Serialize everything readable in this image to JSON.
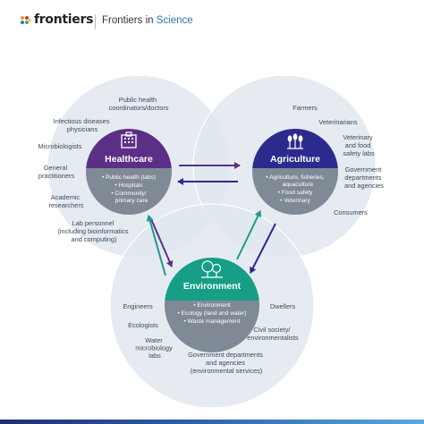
{
  "header": {
    "brand": "frontiers",
    "journal_prefix": "Frontiers in ",
    "journal_accent": "Science"
  },
  "colors": {
    "healthcare": "#5b2f86",
    "agriculture": "#2c2a8d",
    "environment": "#169f86",
    "hub_bottom": "#808a96",
    "circle_fill": "#dfe6ee",
    "arrow_purple": "#5b2f86",
    "arrow_teal": "#1f9a88",
    "arrow_navy": "#2c2a8d"
  },
  "hubs": {
    "healthcare": {
      "title": "Healthcare",
      "icon": "hospital-building-icon",
      "items": [
        "• Public health (labs)",
        "• Hospitals",
        "• Community/",
        "primary care"
      ]
    },
    "agriculture": {
      "title": "Agriculture",
      "icon": "wheat-crops-icon",
      "items": [
        "• Agriculture, fisheries,",
        "aquaculture",
        "• Food safety",
        "• Veterinary"
      ]
    },
    "environment": {
      "title": "Environment",
      "icon": "trees-icon",
      "items": [
        "• Environment",
        "• Ecology (land and water)",
        "• Waste management"
      ]
    }
  },
  "stakeholders": {
    "healthcare": [
      [
        "Public health",
        "coordinators/doctors"
      ],
      [
        "Infectious diseases",
        "physicians"
      ],
      [
        "Microbiologists"
      ],
      [
        "General",
        "practitioners"
      ],
      [
        "Academic",
        "researchers"
      ],
      [
        "Lab personnel",
        "(including bioinformatics",
        "and computing)"
      ]
    ],
    "agriculture": [
      [
        "Farmers"
      ],
      [
        "Veterinarians"
      ],
      [
        "Veterinary",
        "and food",
        "safety labs"
      ],
      [
        "Government",
        "departments",
        "and agencies"
      ],
      [
        "Consumers"
      ]
    ],
    "environment": [
      [
        "Engineers"
      ],
      [
        "Ecologists"
      ],
      [
        "Water",
        "microbiology",
        "labs"
      ],
      [
        "Dwellers"
      ],
      [
        "Civil society/",
        "environmentalists"
      ],
      [
        "Government departments",
        "and agencies",
        "(environmental services)"
      ]
    ]
  }
}
